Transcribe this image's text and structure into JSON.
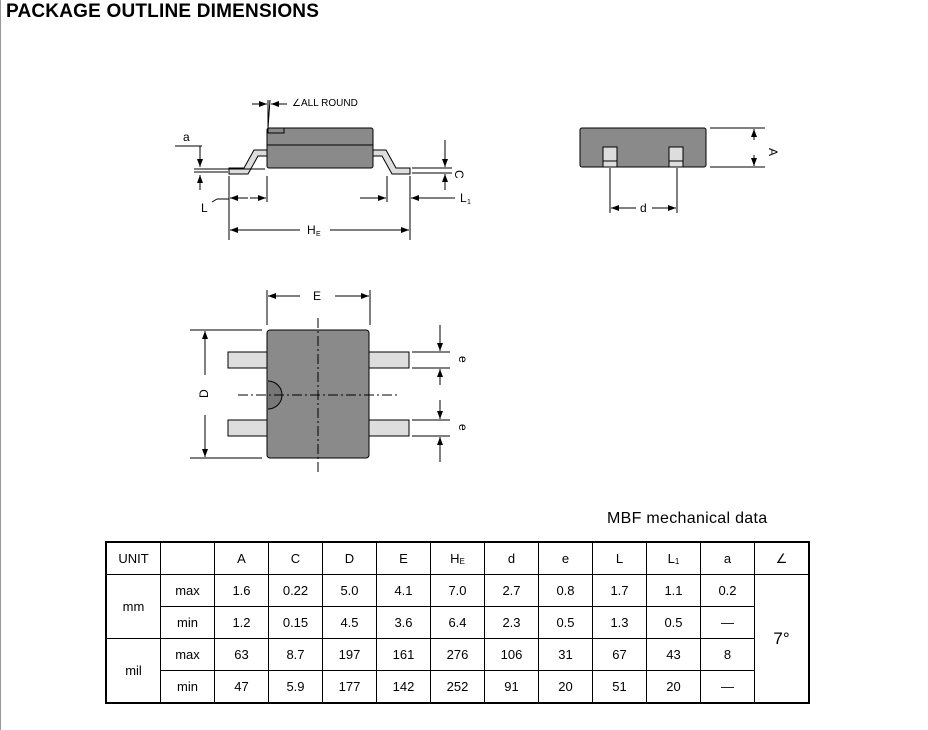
{
  "title": "PACKAGE OUTLINE DIMENSIONS",
  "diagram": {
    "all_round": "∠ALL ROUND",
    "a": "a",
    "L": "L",
    "HE_main": "H",
    "HE_sub": "E",
    "C": "C",
    "L1_main": "L",
    "L1_sub": "1",
    "A": "A",
    "d": "d",
    "E": "E",
    "D": "D",
    "e1": "e",
    "e2": "e"
  },
  "caption": "MBF mechanical data",
  "table": {
    "header": [
      "UNIT",
      "",
      "A",
      "C",
      "D",
      "E",
      "H",
      "d",
      "e",
      "L",
      "L",
      "a",
      "∠"
    ],
    "header_subs": {
      "H": "E",
      "L1": "1"
    },
    "units": [
      "mm",
      "mil"
    ],
    "angle": "7°",
    "rows": [
      {
        "label": "max",
        "values": [
          "1.6",
          "0.22",
          "5.0",
          "4.1",
          "7.0",
          "2.7",
          "0.8",
          "1.7",
          "1.1",
          "0.2"
        ]
      },
      {
        "label": "min",
        "values": [
          "1.2",
          "0.15",
          "4.5",
          "3.6",
          "6.4",
          "2.3",
          "0.5",
          "1.3",
          "0.5",
          "—"
        ]
      },
      {
        "label": "max",
        "values": [
          "63",
          "8.7",
          "197",
          "161",
          "276",
          "106",
          "31",
          "67",
          "43",
          "8"
        ]
      },
      {
        "label": "min",
        "values": [
          "47",
          "5.9",
          "177",
          "142",
          "252",
          "91",
          "20",
          "51",
          "20",
          "—"
        ]
      }
    ]
  }
}
